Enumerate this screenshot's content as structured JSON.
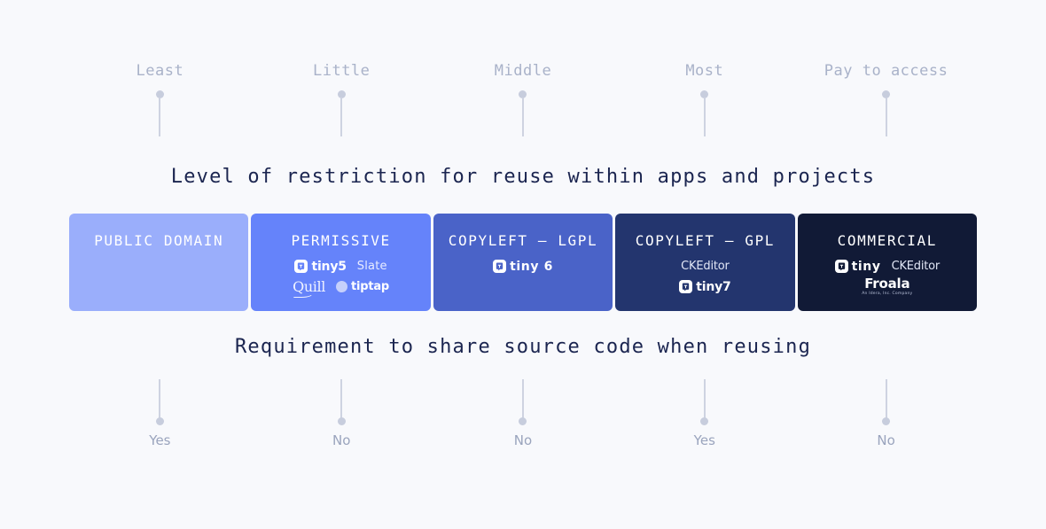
{
  "scale_top": {
    "labels": [
      "Least",
      "Little",
      "Middle",
      "Most",
      "Pay to access"
    ]
  },
  "caption_upper": "Level of restriction for reuse within apps and projects",
  "caption_lower": "Requirement to share source code when reusing",
  "scale_bottom": {
    "labels": [
      "Yes",
      "No",
      "No",
      "Yes",
      "No"
    ]
  },
  "cards": [
    {
      "title": "PUBLIC DOMAIN",
      "color": "#9aaefb",
      "rows": []
    },
    {
      "title": "PERMISSIVE",
      "color": "#6583fa",
      "rows": [
        [
          {
            "type": "tiny",
            "label": "tiny5"
          },
          {
            "type": "text",
            "label": "Slate",
            "style": "slate"
          }
        ],
        [
          {
            "type": "quill",
            "label": "Quill"
          },
          {
            "type": "tiptap",
            "label": "tiptap"
          }
        ]
      ]
    },
    {
      "title": "COPYLEFT — LGPL",
      "color": "#4a63c8",
      "rows": [
        [
          {
            "type": "tiny",
            "label": "tiny 6"
          }
        ]
      ]
    },
    {
      "title": "COPYLEFT — GPL",
      "color": "#23356e",
      "rows": [
        [
          {
            "type": "text",
            "label": "CKEditor",
            "style": "ckeditor"
          }
        ],
        [
          {
            "type": "tiny",
            "label": "tiny7"
          }
        ]
      ]
    },
    {
      "title": "COMMERCIAL",
      "color": "#111a36",
      "rows": [
        [
          {
            "type": "tiny",
            "label": "tiny"
          },
          {
            "type": "text",
            "label": "CKEditor",
            "style": "ckeditor"
          }
        ],
        [
          {
            "type": "froala",
            "label": "Froala",
            "sub": "An Idera, Inc. Company"
          }
        ]
      ]
    }
  ],
  "colors": {
    "background": "#f8f9fc",
    "caption_text": "#1b2550",
    "pin_line": "#ced3e1",
    "pin_dot": "#c7cddd",
    "label_top": "#a9b2c9",
    "label_bottom": "#9aa4bd"
  }
}
